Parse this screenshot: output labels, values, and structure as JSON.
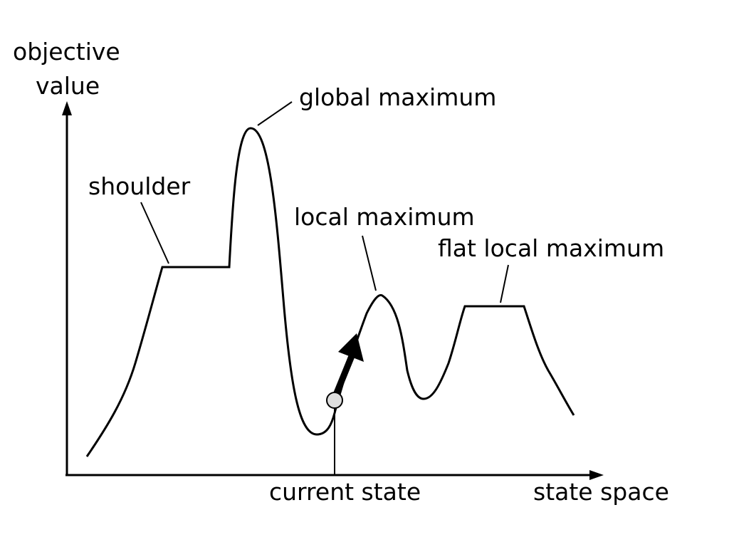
{
  "axes": {
    "y_label_line1": "objective",
    "y_label_line2": "value",
    "x_label": "state space"
  },
  "labels": {
    "global_maximum": "global maximum",
    "shoulder": "shoulder",
    "local_maximum": "local maximum",
    "flat_local_maximum": "flat local maximum",
    "current_state": "current state"
  },
  "colors": {
    "stroke": "#000000",
    "current_state_marker": "#dddddd"
  }
}
